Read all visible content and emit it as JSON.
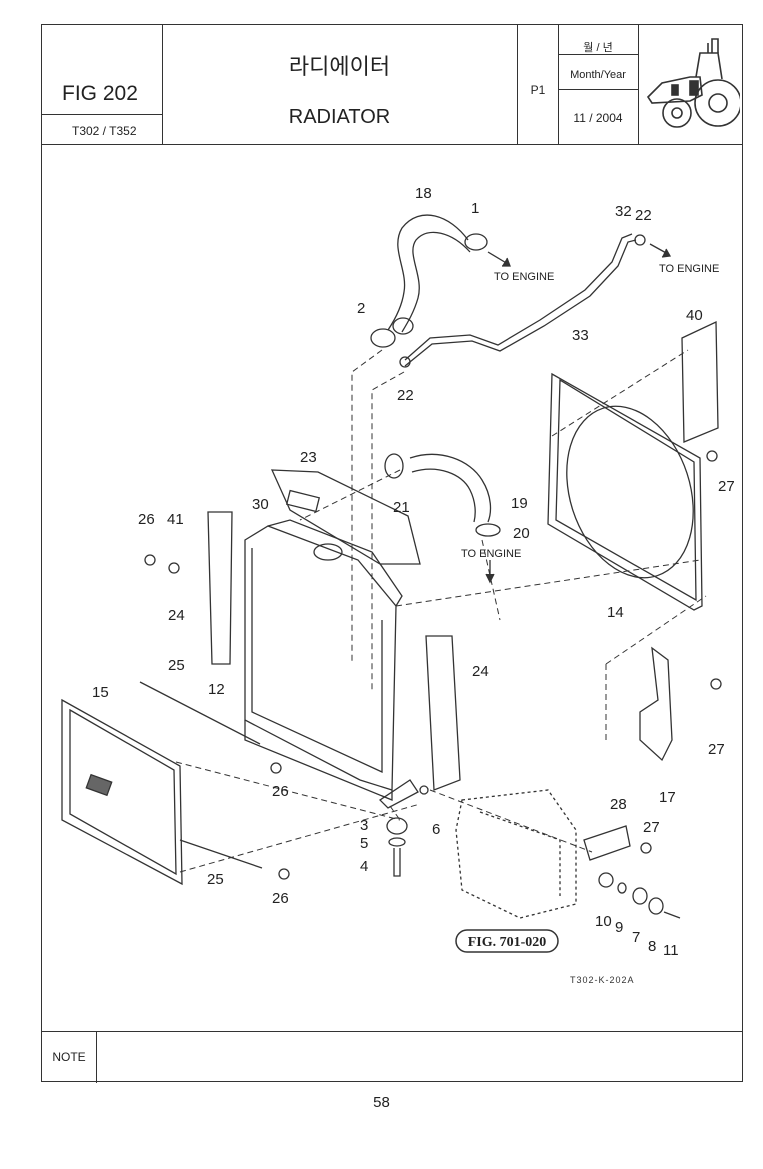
{
  "header": {
    "fig_no": "FIG 202",
    "model": "T302 / T352",
    "title_ko": "라디에이터",
    "title_en": "RADIATOR",
    "page_code": "P1",
    "month_year_ko": "월 / 년",
    "month_year_en": "Month/Year",
    "month_year_value": "11 / 2004"
  },
  "diagram": {
    "parts": {
      "p1": "1",
      "p2": "2",
      "p3": "3",
      "p4": "4",
      "p5": "5",
      "p6": "6",
      "p7": "7",
      "p8": "8",
      "p9": "9",
      "p10": "10",
      "p11": "11",
      "p12": "12",
      "p14": "14",
      "p15": "15",
      "p17": "17",
      "p18": "18",
      "p19": "19",
      "p20": "20",
      "p21": "21",
      "p22a": "22",
      "p22b": "22",
      "p23": "23",
      "p24a": "24",
      "p24b": "24",
      "p25a": "25",
      "p25b": "25",
      "p26a": "26",
      "p26b": "26",
      "p26c": "26",
      "p27a": "27",
      "p27b": "27",
      "p27c": "27",
      "p28": "28",
      "p30": "30",
      "p32": "32",
      "p33": "33",
      "p40": "40",
      "p41": "41"
    },
    "to_engine": [
      "TO ENGINE",
      "TO ENGINE",
      "TO ENGINE"
    ],
    "fig_ref": "FIG. 701-020",
    "drawing_code": "T302-K-202A"
  },
  "footer": {
    "note_label": "NOTE",
    "page_number": "58"
  }
}
